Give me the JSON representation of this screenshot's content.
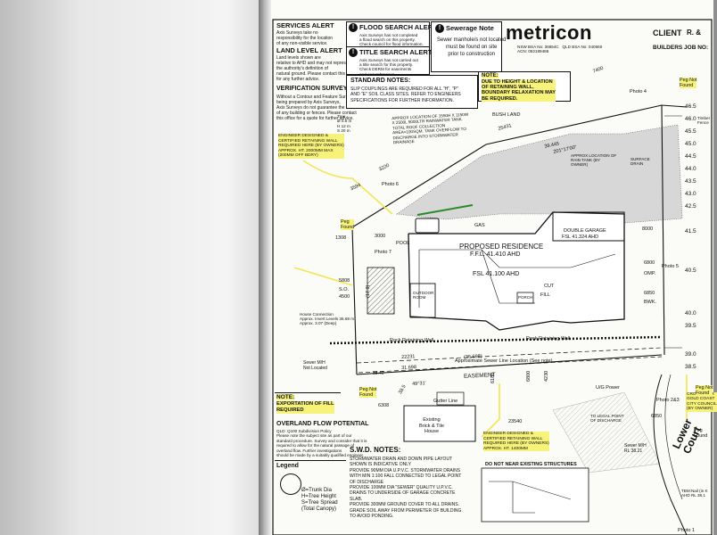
{
  "left_panel": {
    "services_alert": {
      "title": "SERVICES ALERT",
      "text": "Axis Surveys take no\nresponsibility for the location\nof any non-visible service."
    },
    "land_level_alert": {
      "title": "LAND LEVEL ALERT",
      "text": "Land levels shown are\nrelative to AHD and may not represent\nthe authority's definition of\nnatural ground. Please contact this office\nfor any further advice."
    },
    "verification_alert": {
      "title": "VERIFICATION SURVEY ALERT",
      "text": "Without a Contour and Feature Survey,\nbeing prepared by Axis Surveys,\nAxis Surveys do not guarantee the location\nof any building or fences. Please contact\nthis office for a quote for further advice."
    },
    "note_fill": {
      "title": "NOTE:",
      "text": "EXPORTATION OF FILL\nREQUIRED"
    },
    "overland_flow": {
      "title": "OVERLAND FLOW POTENTIAL",
      "text": "QLD: Q100 Subdivision Policy\nPlease note the subject site as part of our\nstandard procedure. Survey and consider that it is\nrequired to allow for the natural passage of\noverland flow. Further investigations\nshould be made by a suitably qualified engineer."
    },
    "legend": {
      "title": "Legend",
      "items": [
        "Ø=Trunk Dia",
        "H=Tree Height",
        "S=Tree Spread",
        "(Total Canopy)"
      ]
    }
  },
  "alerts": {
    "flood": {
      "title": "FLOOD SEARCH ALERT",
      "text": "Axis Surveys has not completed\na flood search on this property.\nCheck council for flood information."
    },
    "title_search": {
      "title": "TITLE SEARCH ALERT",
      "text": "Axis Surveys has not carried out\na title search for this property.\nCheck DERM for easements\nand encumbrances."
    },
    "sewerage": {
      "title": "Sewerage Note",
      "text": "Sewer manhole/s not located\nmust be found on site\nprior to construction"
    }
  },
  "header": {
    "brand": "metricon",
    "client_label": "CLIENT",
    "client_value": "R. &",
    "builders_job_label": "BUILDERS JOB NO:",
    "registration": "NSW BSA No: 36654C   QLD BSA No: 040660\nACN: 052189486"
  },
  "standard_notes": {
    "title": "STANDARD NOTES:",
    "text": "SLIP COUPLINGS ARE REQUIRED FOR ALL \"H\", \"P\"\nAND \"E\" SOIL CLASS SITES. REFER TO ENGINEERS\nSPECIFICATIONS FOR FURTHER INFORMATION."
  },
  "boundary_note": {
    "title": "NOTE:",
    "text": "DUE TO HEIGHT & LOCATION\nOF RETAINING WALL,\nBOUNDARY RELAXATION MAY\nBE REQUIRED."
  },
  "tank_note": "APPROX LOCATION OF 1550H X 1150W\nX 2500L 5000LTR RAINWATER TANK.\nTOTAL ROOF COLLECTION\nAREA=100SQM. TANK OVERFLOW TO\nDISCHARGE INTO STORMWATER\nDRAINAGE",
  "swd_notes": {
    "title": "S.W.D. NOTES:",
    "text": "STORMWATER DRAIN AND DOWN PIPE LAYOUT\nSHOWN IS INDICATIVE ONLY\nPROVIDE 90MM DIA U.P.V.C. STORMWATER DRAINS\nWITH MIN 1:100 FALL CONNECTED TO LEGAL POINT\nOF DISCHARGE\nPROVIDE 100MM DIA \"SEWER\" QUALITY U.P.V.C.\nDRAINS TO UNDERSIDE OF GARAGE CONCRETE\nSLAB.\nPROVIDE 300MM GROUND COVER TO ALL DRAINS.\nGRADE SOIL AWAY FROM PERIMETER OF BUILDING\nTO AVOID PONDING."
  },
  "existing_structures": {
    "title": "DO NOT NEAR EXISTING STRUCTURES"
  },
  "plan": {
    "residence_label": "PROPOSED RESIDENCE",
    "ffl": "F.F.L. 41.410 AHD",
    "fsl": "FSL 41.100 AHD",
    "garage": "DOUBLE GARAGE",
    "garage_fsl": "FSL 41.324 AHD",
    "outdoor_room": "OUTDOOR\nROOM",
    "porch": "PORCH",
    "cut": "CUT",
    "fill": "FILL",
    "pool": "POOL",
    "bush_land": "BUSH LAND",
    "easement": "EASEMENT",
    "rock_wall_1": "Rock Retaining Wall",
    "rock_wall_2": "Rock Retaining Wall",
    "sewer_line": "Approximate Sewer Line Location (See note)",
    "gutter_line": "Gutter Line",
    "existing_house": "Existing\nBrick & Tile\nHouse",
    "street": "Lower\nCourt",
    "surface_drain": "SURFACE\nDRAIN",
    "timber_fence": "Timber\nFence",
    "house_connection": "House Connection\nApprox. Invert Levels 36.69 m\nApprox. 3.07 (Deep)",
    "engineer_note_1": "ENGINEER DESIGNED &\nCERTIFIED RETAINING WALL\nREQUIRED HERE (BY OWNERS)\nAPPROX. HT. 2000MM MAX\n(200MM OFF BDRY)",
    "engineer_note_2": "ENGINEER DESIGNED &\nCERTIFIED RETAINING WALL\nREQUIRED HERE (BY OWNERS)\nAPPROX. HT. 1400MM",
    "rain_tank_loc": "APPROX LOCATION OF\nRAIN TANK (BY\nOWNER)",
    "crossover": "CROSSOVER\nGOLD COAST\nCITY COUNCIL\n(BY OWNER)",
    "legal_point": "TO LEGAL POINT\nOF DISCHARGE",
    "tree_note": "Tree\nØ 0.8 m\nH 12 m\nS 20 m",
    "tbm": "TBM:Nail (in K\nAHD RL 38.1",
    "sewer_mh_1": "Sewer M/H\nNot Located",
    "sewer_mh_2": "Sewer M/H\nRL 38.21",
    "peg_found_1": "Peg\nFound",
    "peg_found_2": "Peg\nFound",
    "peg_not_found_1": "Peg Not\nFound",
    "peg_not_found_2": "Peg Not\nFound",
    "peg_not_found_3": "Peg Not\nFound",
    "photos": [
      "Photo 4",
      "Photo 5",
      "Photo 6",
      "Photo 7",
      "Photo 2&3",
      "Photo 1"
    ],
    "dims": [
      "7400",
      "25431",
      "3220",
      "3594",
      "3000",
      "8000",
      "1308",
      "5808",
      "4500",
      "6800",
      "6850",
      "22231",
      "31.698",
      "(36.698)",
      "49°31'",
      "23540",
      "6308",
      "6180",
      "4230",
      "6800",
      "201°17'00\"",
      "39.445",
      "6850",
      "(17.9)",
      "S.O.",
      "OMP.",
      "BWK."
    ],
    "levels": [
      "46.5",
      "46.0",
      "45.5",
      "45.0",
      "44.5",
      "44.0",
      "43.5",
      "43.0",
      "42.5",
      "41.5",
      "40.5",
      "40.0",
      "39.5",
      "39.0",
      "38.5",
      "38.40",
      "38.5"
    ],
    "uig_power": "U/G Power",
    "gas_tap": "GAS"
  },
  "colors": {
    "highlight": "#f6f27a",
    "paper": "#fbfbf8",
    "green_line": "#2a8a2a"
  }
}
